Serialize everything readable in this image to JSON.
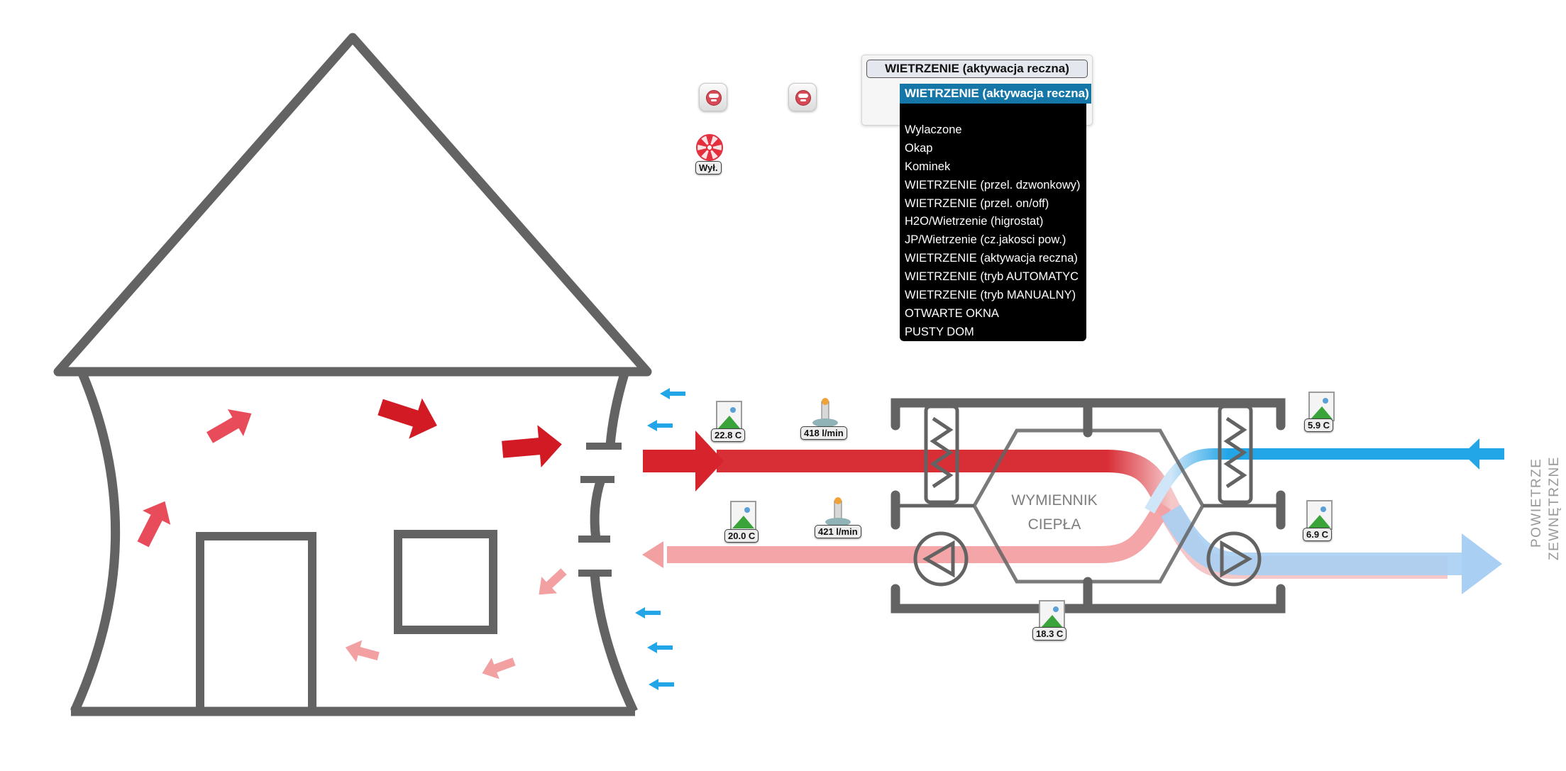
{
  "widget": {
    "title": "WIETRZENIE (aktywacja reczna)",
    "selected": "WIETRZENIE (aktywacja reczna)",
    "options": [
      "Wylaczone",
      "Okap",
      "Kominek",
      "WIETRZENIE (przel. dzwonkowy)",
      "WIETRZENIE (przel. on/off)",
      "H2O/Wietrzenie (higrostat)",
      "JP/Wietrzenie (cz.jakosci pow.)",
      "WIETRZENIE (aktywacja reczna)",
      "WIETRZENIE (tryb AUTOMATYC",
      "WIETRZENIE (tryb MANUALNY)",
      "OTWARTE OKNA",
      "PUSTY DOM"
    ]
  },
  "fan": {
    "status": "Wył."
  },
  "sensors": {
    "supply_temp": "22.8 C",
    "extract_temp": "20.0 C",
    "outdoor_temp": "5.9 C",
    "exhaust_temp": "6.9 C",
    "exchanger_temp": "18.3 C",
    "supply_flow": "418 l/min",
    "extract_flow": "421 l/min"
  },
  "exchanger": {
    "line1": "WYMIENNIK",
    "line2": "CIEPŁA"
  },
  "outside": {
    "line1": "POWIETRZE",
    "line2": "ZEWNĘTRZNE"
  },
  "colors": {
    "outline": "#636363",
    "hot": "#d6232c",
    "hot_light": "#f2a0a2",
    "cold": "#22a6e8",
    "cold_light": "#a9cff3"
  }
}
